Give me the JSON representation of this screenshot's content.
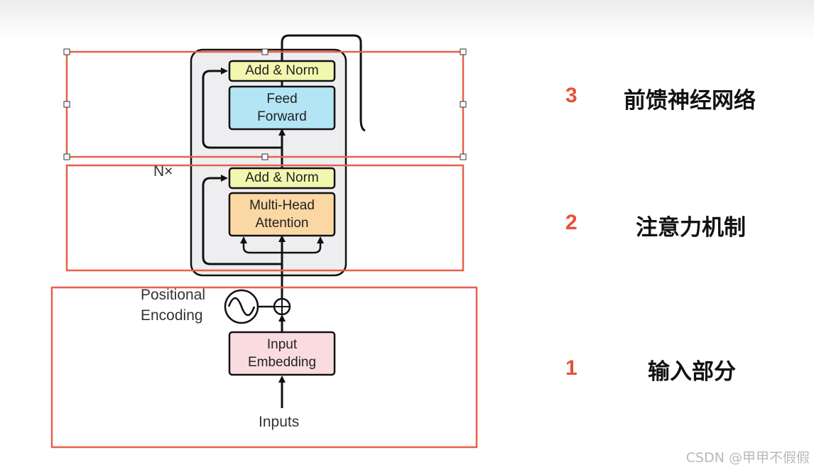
{
  "diagram": {
    "repeat_label": "N×",
    "blocks": {
      "add_norm_top": "Add & Norm",
      "feed_forward": [
        "Feed",
        "Forward"
      ],
      "add_norm_bottom": "Add & Norm",
      "multi_head_attention": [
        "Multi-Head",
        "Attention"
      ],
      "input_embedding": [
        "Input",
        "Embedding"
      ]
    },
    "positional_encoding": [
      "Positional",
      "Encoding"
    ],
    "inputs_label": "Inputs"
  },
  "sections": [
    {
      "number": "3",
      "title": "前馈神经网络"
    },
    {
      "number": "2",
      "title": "注意力机制"
    },
    {
      "number": "1",
      "title": "输入部分"
    }
  ],
  "colors": {
    "highlight_border": "#e8604c",
    "add_norm_fill": "#f2f7b0",
    "feed_forward_fill": "#b3e5f5",
    "attention_fill": "#fbd7a3",
    "embedding_fill": "#fadce0",
    "encoder_fill": "#eeeef1",
    "section_number": "#e8503a"
  },
  "watermark": "CSDN @甲甲不假假"
}
